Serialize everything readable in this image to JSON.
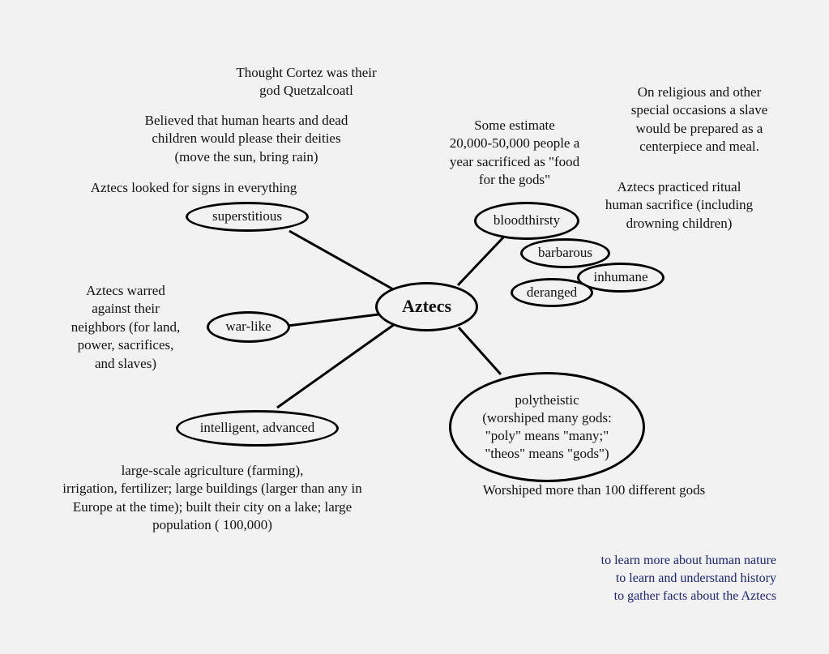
{
  "center": {
    "label": "Aztecs"
  },
  "nodes": {
    "superstitious": "superstitious",
    "war_like": "war-like",
    "intelligent": "intelligent, advanced",
    "bloodthirsty": "bloodthirsty",
    "barbarous": "barbarous",
    "inhumane": "inhumane",
    "deranged": "deranged",
    "polytheistic": [
      "polytheistic",
      "(worshiped many gods:",
      "\"poly\" means \"many;\"",
      "\"theos\" means \"gods\")"
    ]
  },
  "notes": {
    "cortez": [
      "Thought Cortez was their",
      "god Quetzalcoatl"
    ],
    "hearts": [
      "Believed that human hearts and dead",
      "children would please their deities",
      "(move the sun, bring rain)"
    ],
    "signs": [
      "Aztecs looked for signs in everything"
    ],
    "warred": [
      "Aztecs warred",
      "against their",
      "neighbors (for land,",
      "power, sacrifices,",
      "and slaves)"
    ],
    "agriculture": [
      "large-scale agriculture (farming),",
      "irrigation, fertilizer; large buildings (larger than any in",
      "Europe at the time); built their city on a lake; large",
      "population ( 100,000)"
    ],
    "estimate": [
      "Some estimate",
      "20,000-50,000 people a",
      "year sacrificed as \"food",
      "for the gods\""
    ],
    "religious": [
      "On religious and other",
      "special occasions a slave",
      "would be prepared as a",
      "centerpiece and meal."
    ],
    "ritual": [
      "Aztecs practiced ritual",
      "human sacrifice (including",
      "drowning children)"
    ],
    "worshiped": [
      "Worshiped more than 100 different gods"
    ]
  },
  "purposes": [
    "to learn more about human nature",
    "to learn and understand history",
    "to gather facts about the Aztecs"
  ],
  "colors": {
    "purposes_text": "#1a237e",
    "line": "#000000",
    "background": "#f2f2f2"
  }
}
